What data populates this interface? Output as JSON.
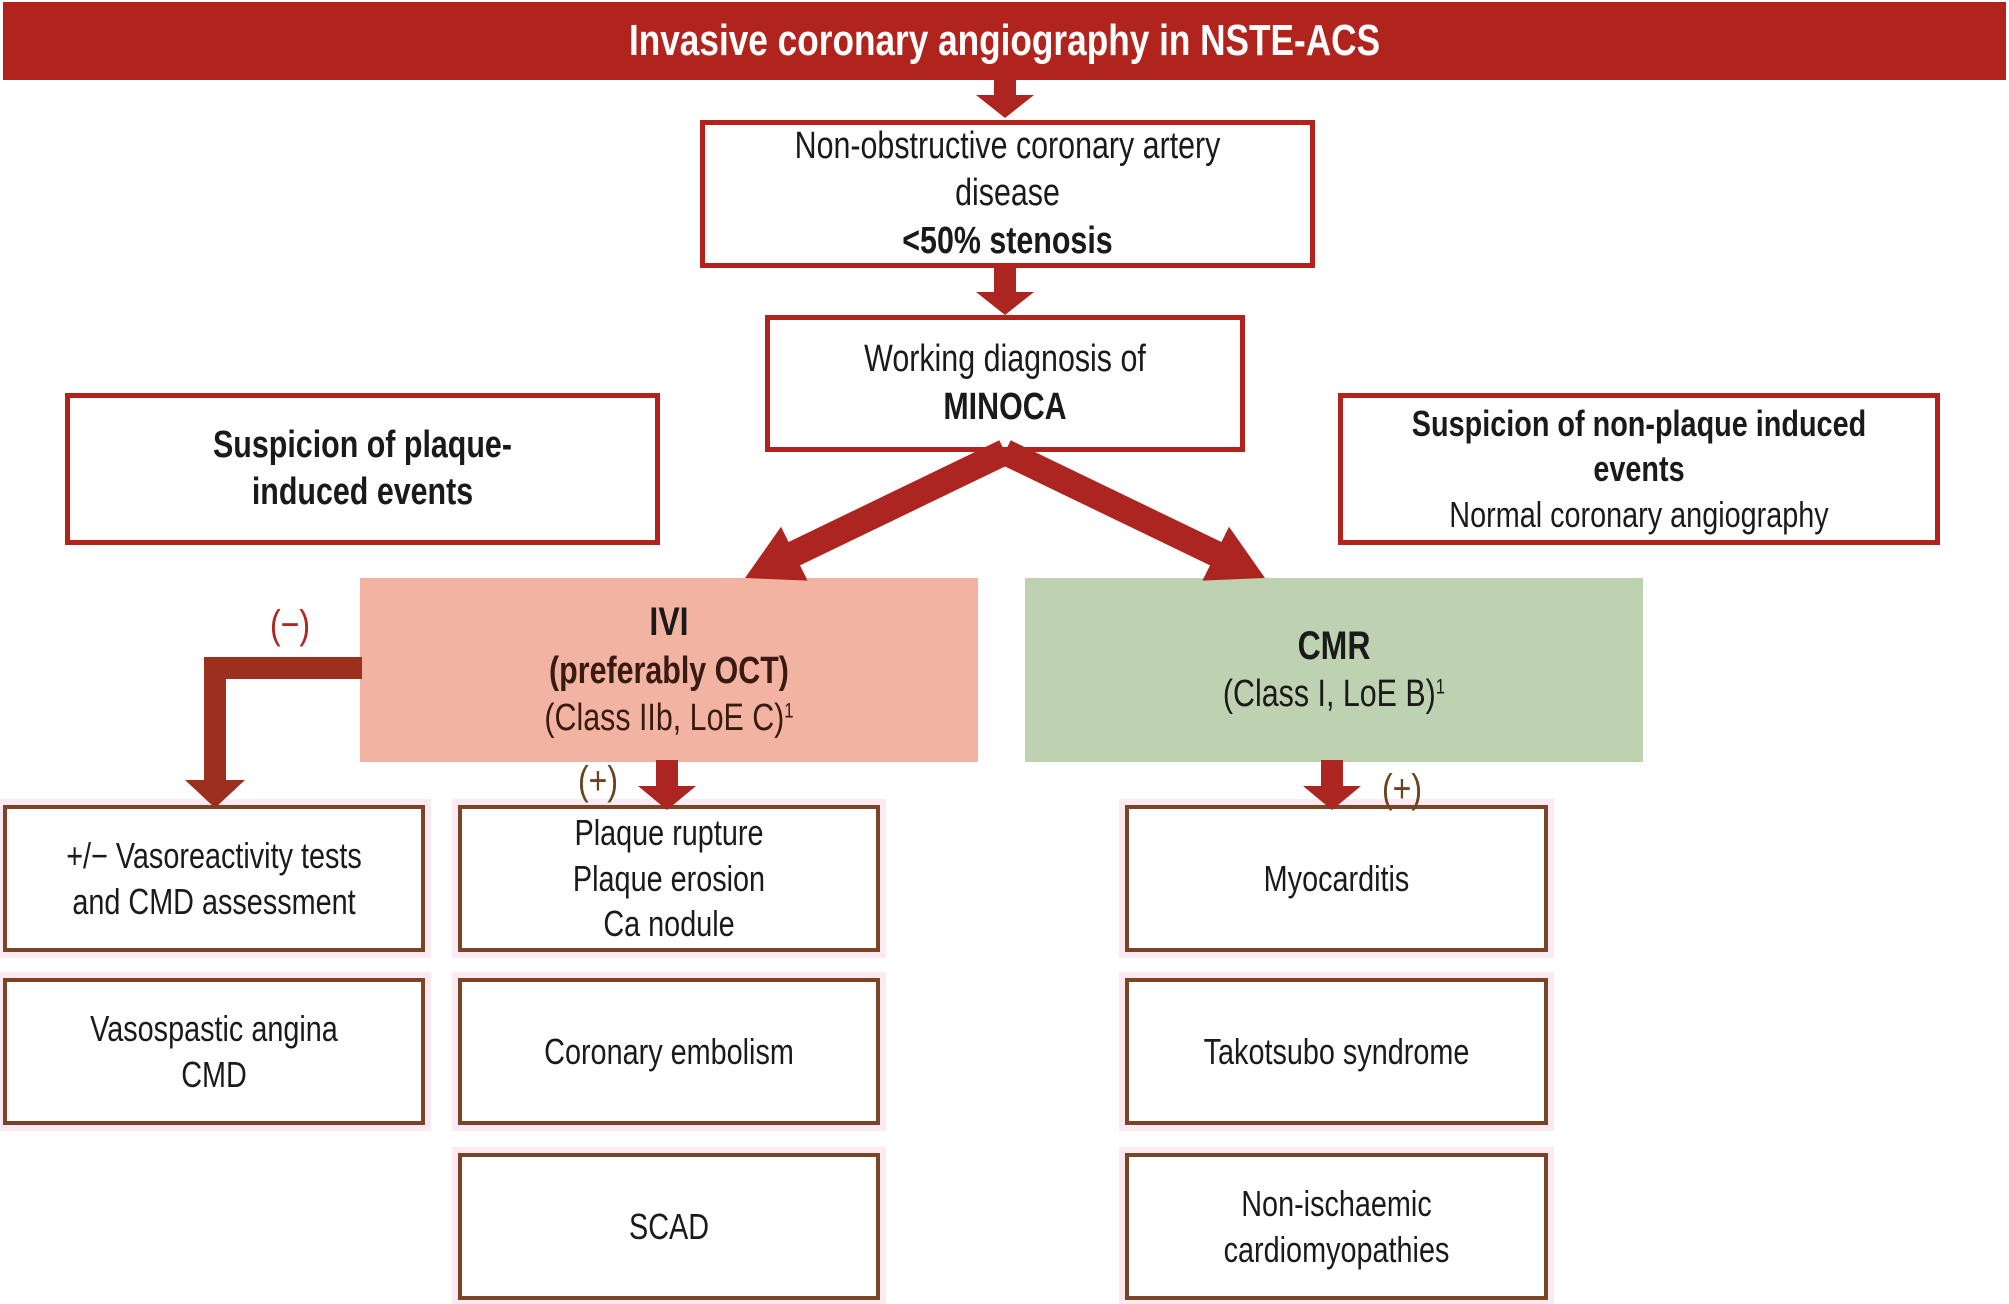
{
  "banner": {
    "title": "Invasive coronary angiography in NSTE-ACS"
  },
  "flow": {
    "box1": {
      "line1": "Non-obstructive coronary artery disease",
      "line2": "<50% stenosis"
    },
    "box2": {
      "line1": "Working diagnosis of",
      "line2": "MINOCA"
    },
    "left_suspicion": {
      "line1": "Suspicion of plaque-",
      "line2": "induced events"
    },
    "right_suspicion": {
      "line1": "Suspicion of non-plaque induced events",
      "line2": "Normal coronary angiography"
    },
    "ivi": {
      "line1": "IVI",
      "line2": "(preferably OCT)",
      "line3": "(Class IIb, LoE C)",
      "sup": "1"
    },
    "cmr": {
      "line1": "CMR",
      "line2": "(Class I, LoE B)",
      "sup": "1"
    },
    "labels": {
      "minus": "(−)",
      "plus_ivi": "(+)",
      "plus_cmr": "(+)"
    },
    "outcomes": {
      "col_left": [
        {
          "lines": [
            "+/− Vasoreactivity tests",
            "and CMD assessment"
          ]
        },
        {
          "lines": [
            "Vasospastic angina",
            "CMD"
          ]
        }
      ],
      "col_mid": [
        {
          "lines": [
            "Plaque rupture",
            "Plaque erosion",
            "Ca nodule"
          ]
        },
        {
          "lines": [
            "Coronary embolism"
          ]
        },
        {
          "lines": [
            "SCAD"
          ]
        }
      ],
      "col_right": [
        {
          "lines": [
            "Myocarditis"
          ]
        },
        {
          "lines": [
            "Takotsubo syndrome"
          ]
        },
        {
          "lines": [
            "Non-ischaemic",
            "cardiomyopathies"
          ]
        }
      ]
    }
  },
  "colors": {
    "banner_red": "#B1241E",
    "border_red": "#B2231E",
    "arrow_red": "#AC2520",
    "elbow_red": "#9D2F1E",
    "outcome_border_brown": "#7A4526",
    "halo_pink": "#FCE9F2",
    "ivi_fill": "#F3B3A3",
    "cmr_fill": "#BED2B2",
    "plus_label": "#6B431F",
    "minus_label": "#B2241E",
    "text_dark": "#1A1A1A",
    "ivi_subtext": "#391A10"
  }
}
